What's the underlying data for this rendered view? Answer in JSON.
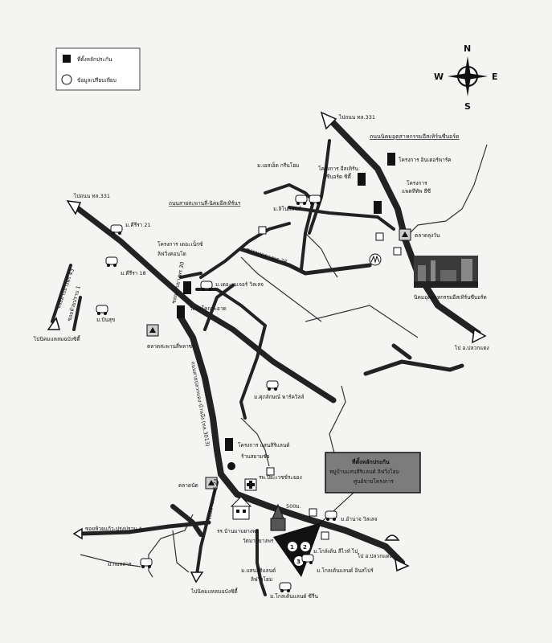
{
  "legend": {
    "project_location": "ที่ตั้งหลักประกัน",
    "comparable_data": "ข้อมูลเปรียบเทียบ"
  },
  "compass": {
    "n": "N",
    "s": "S",
    "e": "E",
    "w": "W"
  },
  "subject_box": {
    "line1": "ที่ตั้งหลักประกัน",
    "line2": "หมู่บ้านแสนสิริแลนด์ ลิฟวิ่งโฮม",
    "line3": "ศูนย์ขายโครงการ"
  },
  "markers": [
    "1",
    "2",
    "3"
  ],
  "distance": "500ม.",
  "labels": {
    "to_331_top": "ไปถนน ทล.331",
    "to_331_left": "ไปถนน ทล.331",
    "industrial_road": "ถนนนิคมอุตสาหกรรมอีสเทิร์นซีบอร์ด",
    "rd_sapan_nikom": "ถนนสายสะพานสี่-นิคมอีสเทิร์นฯ",
    "soi_30": "ซอยมาบยางพร 30",
    "soi_28": "ซอยมาบยางพร 28",
    "soi_43": "ซอยมาบยางพร 43",
    "soi_huaiprap1": "ซอยห้วยปราบ 1",
    "soi_23": "ซอยมาบยางพร 23",
    "soi_4": "ซอยห้วยแก้ว-ปรุงปราม 4",
    "main_rd": "ถนนสายปลวกแดง-บ้านบึง (ทล.3013)",
    "to_pluakdaeng_right": "ไป อ.ปลวกแดง",
    "to_pluakdaeng_bottom": "ไป อ.ปลวกแดง",
    "to_nikomcity_left": "ไปนิคมแหลมฉบังซิตี้",
    "to_nikomcity_bottom": "ไปนิคมแหลมฉบังซิตี้",
    "market_sapansi": "ตลาดสะพานสี่พลาซ่า",
    "market_nut": "ตลาดนัด",
    "market_lungwan": "ตลาดลุงวัน",
    "industrial_estate": "นิคมอุตสาหกรรมอีสเทิร์นซีบอร์ด",
    "school": "รร.บ้านมาบยางพร",
    "hospital": "รพ.ปิยะเวชช์ระยอง",
    "temple": "วัดมาบยางพร",
    "shop": "ร้านสยามชัย",
    "proj_interpark": "โครงการ อินเตอร์พาร์ค",
    "proj_eastern": "โครงการ อีสเทิร์น",
    "proj_eastern2": "ซีบอร์ด ซิตี้",
    "proj_pattaraphon": "โครงการ",
    "proj_pattaraphon2": "แพตทีทัพ ธีซี",
    "proj_lasabuy": "โครงการ เดอะเน็กซ์",
    "proj_lasabuy2": "ลิฟวิ่งคอนโด",
    "proj_ssl": "โครงการ แสนสิริแลนด์",
    "m_khiri21": "ม.คีรีรา 21",
    "m_khiri18": "ม.คีรีรา 18",
    "m_pansuk": "ม.ปันสุข",
    "m_essed": "ม.เอสเอ็ด กรีนโฮม",
    "m_ssl_home": "ม.ลิโนแลนด์",
    "m_delux": "ม.เดอะเนเจอร์ วิลเลจ",
    "m_wan": "วัดวังโคกสะอาด",
    "m_sukkan": "ม.ศุภลักษณ์ พาร์ควิลล์",
    "m_amanda": "ม.อำนาจ วิลเลจ",
    "m_golden_s": "ม.โกล์เด้น ลีไวท์ ไป",
    "m_golden_land": "ม.โกลเด้นแลนด์ อินสไปร์",
    "m_lanna": "ม.แสนสิริแลนด์",
    "m_lanna2": "ลิฟวิ่งโฮม",
    "m_golden_siri": "ม.โกลเด้นแลนด์ ซีรีน",
    "m_kmolsarn": "ม.กมลสาร"
  }
}
